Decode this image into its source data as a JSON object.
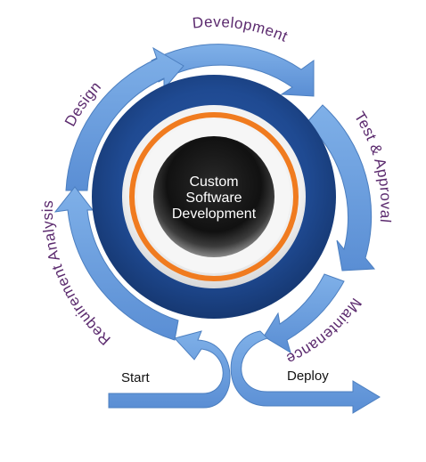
{
  "center": {
    "line1": "Custom",
    "line2": "Software",
    "line3": "Development"
  },
  "phases": {
    "development": "Development",
    "test_approval": "Test & Approval",
    "maintenance": "Maintenance",
    "design": "Design",
    "requirement_analysis": "Requirement Analysis"
  },
  "endpoints": {
    "start": "Start",
    "deploy": "Deploy"
  },
  "colors": {
    "arrow": "#6fa1dd",
    "arrow_edge": "#4c7fc0",
    "ring_navy": "#1d3f7e",
    "ring_orange": "#f07b1f",
    "core": "#141414",
    "label": "#5b2a6e"
  }
}
